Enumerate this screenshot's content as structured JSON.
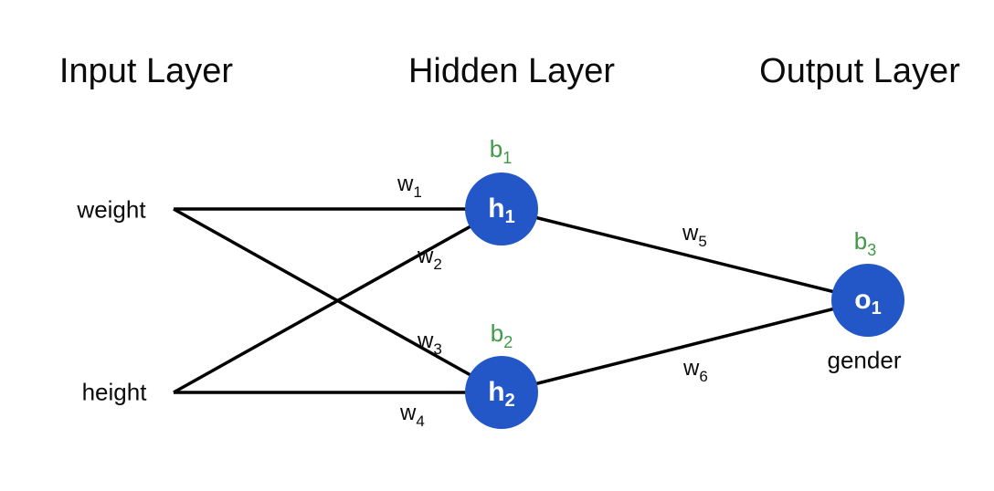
{
  "titles": {
    "input": "Input Layer",
    "hidden": "Hidden Layer",
    "output": "Output Layer"
  },
  "inputs": {
    "i1": "weight",
    "i2": "height"
  },
  "nodes": {
    "h1": {
      "label": "h",
      "sub": "1",
      "bias": "b",
      "bias_sub": "1"
    },
    "h2": {
      "label": "h",
      "sub": "2",
      "bias": "b",
      "bias_sub": "2"
    },
    "o1": {
      "label": "o",
      "sub": "1",
      "bias": "b",
      "bias_sub": "3",
      "caption": "gender"
    }
  },
  "weights": {
    "w1": {
      "label": "w",
      "sub": "1"
    },
    "w2": {
      "label": "w",
      "sub": "2"
    },
    "w3": {
      "label": "w",
      "sub": "3"
    },
    "w4": {
      "label": "w",
      "sub": "4"
    },
    "w5": {
      "label": "w",
      "sub": "5"
    },
    "w6": {
      "label": "w",
      "sub": "6"
    }
  },
  "edges": [
    {
      "from": "weight",
      "to": "h1",
      "label": "w1"
    },
    {
      "from": "height",
      "to": "h1",
      "label": "w2"
    },
    {
      "from": "weight",
      "to": "h2",
      "label": "w3"
    },
    {
      "from": "height",
      "to": "h2",
      "label": "w4"
    },
    {
      "from": "h1",
      "to": "o1",
      "label": "w5"
    },
    {
      "from": "h2",
      "to": "o1",
      "label": "w6"
    }
  ],
  "colors": {
    "node_fill": "#2356c6",
    "node_text": "#ffffff",
    "bias_text": "#3d9a46",
    "edge": "#000000",
    "background": "#ffffff"
  }
}
